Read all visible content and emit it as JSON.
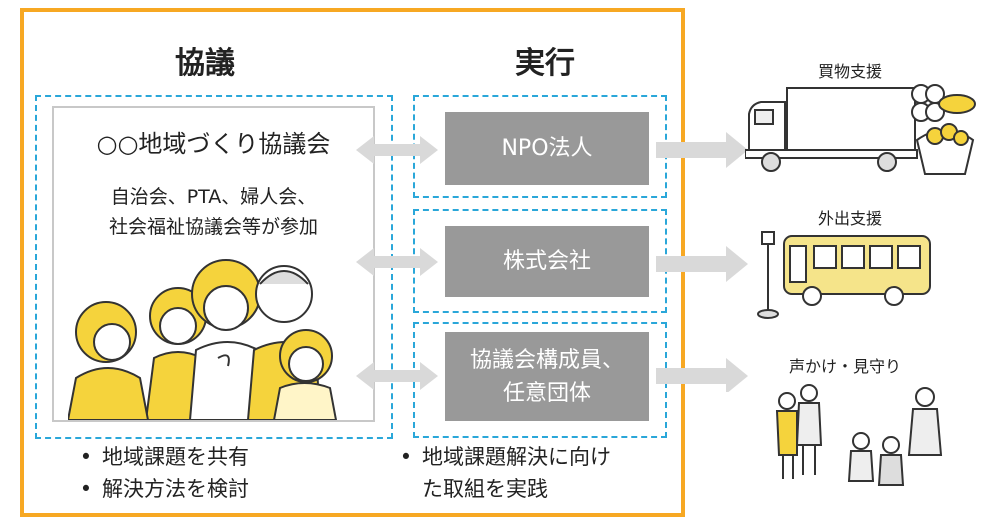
{
  "discussion": {
    "heading": "協議",
    "council_name": "○○地域づくり協議会",
    "members_line1": "自治会、PTA、婦人会、",
    "members_line2": "社会福祉協議会等が参加",
    "bullets": [
      "地域課題を共有",
      "解決方法を検討"
    ]
  },
  "execution": {
    "heading": "実行",
    "actors": [
      "NPO法人",
      "株式会社"
    ],
    "actor3_line1": "協議会構成員、",
    "actor3_line2": "任意団体",
    "bullets": [
      "地域課題解決に向け",
      "た取組を実践"
    ]
  },
  "services": [
    {
      "label": "買物支援",
      "icon": "delivery-truck-icon"
    },
    {
      "label": "外出支援",
      "icon": "bus-icon"
    },
    {
      "label": "声かけ・見守り",
      "icon": "elderly-watch-icon"
    }
  ],
  "colors": {
    "frame": "#f7a823",
    "dashed": "#2aa7d9",
    "actor_box": "#999999",
    "arrow": "#d9d9d9",
    "accent_yellow": "#f5d33c"
  }
}
